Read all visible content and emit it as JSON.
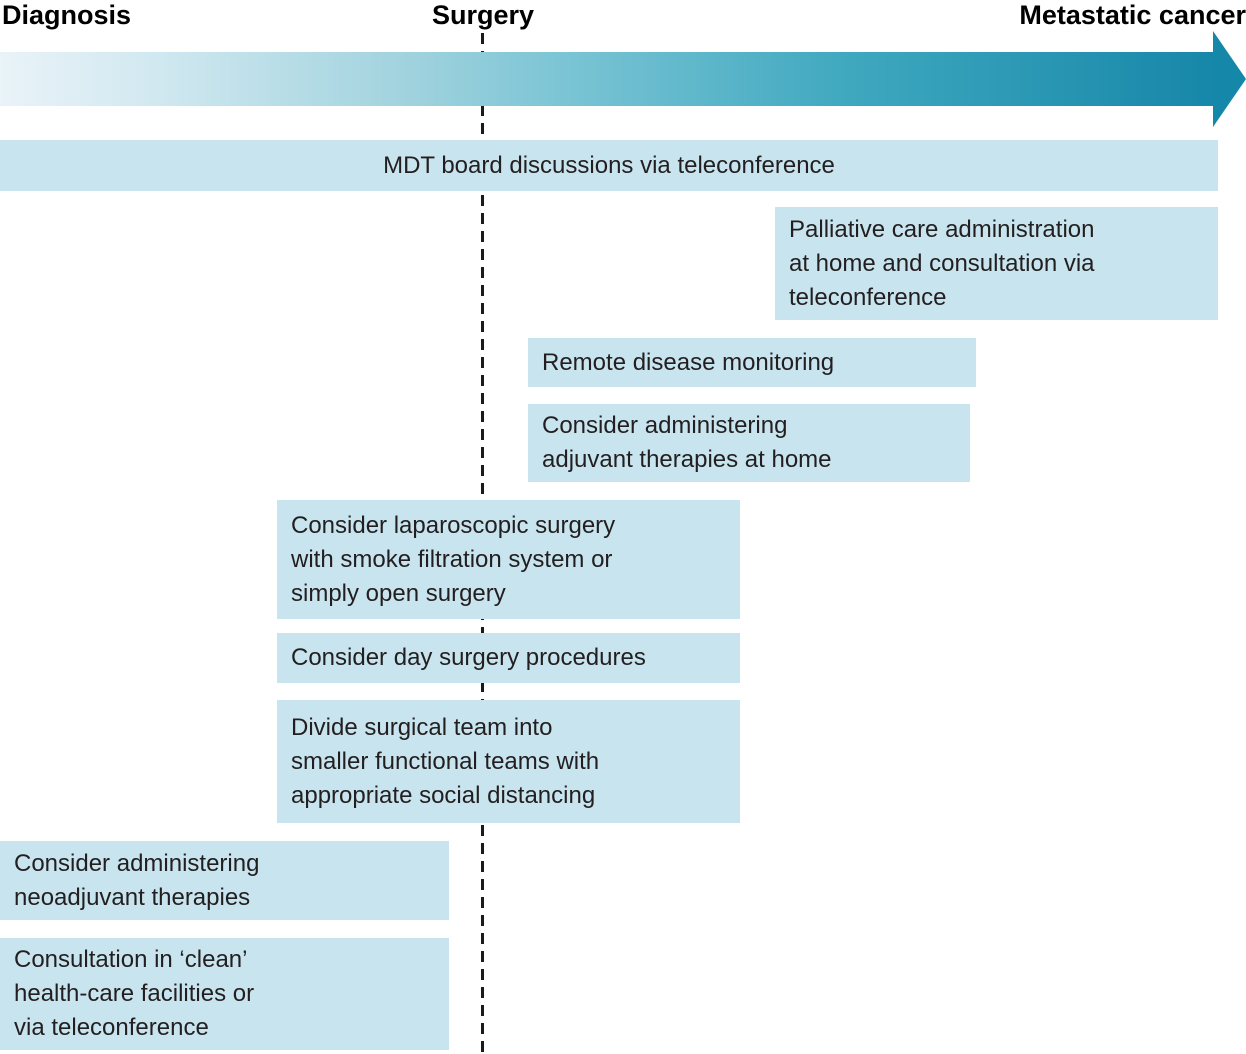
{
  "figure": {
    "type": "timeline-diagram",
    "stages": [
      {
        "label": "Diagnosis"
      },
      {
        "label": "Surgery"
      },
      {
        "label": "Metastatic cancer"
      }
    ],
    "interventions": [
      {
        "id": "mdt-teleconference",
        "text": "MDT board discussions via teleconference"
      },
      {
        "id": "palliative-care",
        "text": "Palliative care administration\nat home and consultation via\nteleconference"
      },
      {
        "id": "remote-monitoring",
        "text": "Remote disease monitoring"
      },
      {
        "id": "adjuvant-home",
        "text": "Consider administering\nadjuvant therapies at home"
      },
      {
        "id": "laparoscopic",
        "text": "Consider laparoscopic surgery\nwith smoke filtration system or\nsimply open surgery"
      },
      {
        "id": "day-surgery",
        "text": "Consider day surgery procedures"
      },
      {
        "id": "divide-team",
        "text": "Divide surgical team into\nsmaller functional teams with\nappropriate social distancing"
      },
      {
        "id": "neoadjuvant",
        "text": "Consider administering\nneoadjuvant therapies"
      },
      {
        "id": "clean-consultation",
        "text": "Consultation in ‘clean’\nhealth-care facilities or\nvia teleconference"
      }
    ],
    "colors": {
      "box_fill": "#c8e4ee",
      "arrow_gradient_start": "#e9f3f8",
      "arrow_gradient_mid": "#7cc5d5",
      "arrow_gradient_end": "#1787a9",
      "arrow_head": "#1587a9",
      "divider_line": "#1a1a1a",
      "text": "#231f20"
    }
  }
}
